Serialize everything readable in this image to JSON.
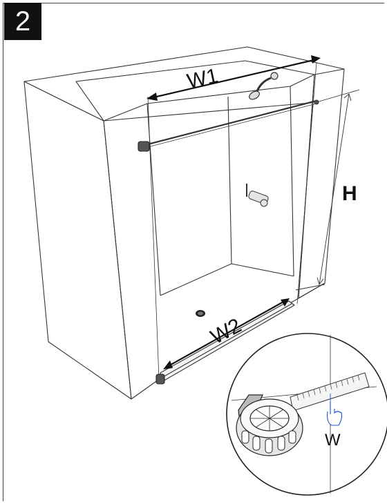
{
  "step": {
    "number": "2"
  },
  "labels": {
    "width_top": "W1",
    "width_bottom": "W2",
    "height": "H",
    "tape_width": "W"
  },
  "icons": [
    "shower-head-icon",
    "shower-valve-icon",
    "drain-icon",
    "tape-measure-icon",
    "hand-pointer-icon"
  ]
}
